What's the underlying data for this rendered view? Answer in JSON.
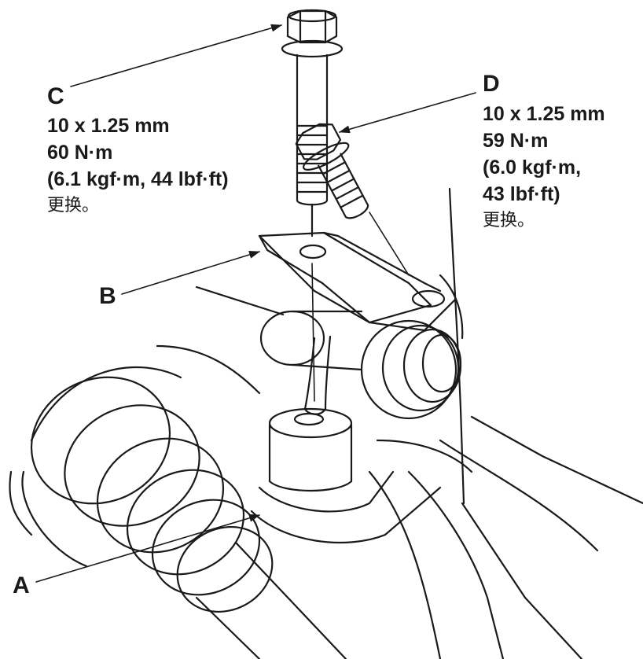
{
  "callouts": {
    "A": {
      "letter": "A"
    },
    "B": {
      "letter": "B"
    },
    "C": {
      "letter": "C",
      "size": "10 x 1.25 mm",
      "torque": "60 N·m",
      "torque_alt": "(6.1 kgf·m, 44 lbf·ft)",
      "note": "更换。"
    },
    "D": {
      "letter": "D",
      "size": "10 x 1.25 mm",
      "torque": "59 N·m",
      "torque_alt_line1": "(6.0 kgf·m,",
      "torque_alt_line2": "43 lbf·ft)",
      "note": "更换。"
    }
  },
  "colors": {
    "ink": "#1a1a1a",
    "paper": "#ffffff"
  }
}
